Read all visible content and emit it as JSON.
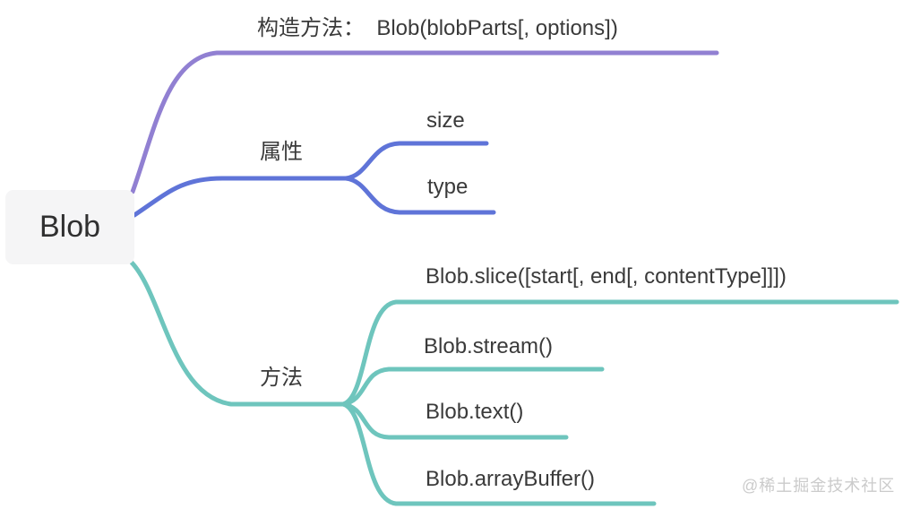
{
  "mindmap": {
    "root": {
      "label": "Blob",
      "bg": "#f5f5f6"
    },
    "branches": [
      {
        "id": "constructor",
        "label": "构造方法：  Blob(blobParts[, options])",
        "color": "#9180d2",
        "children": []
      },
      {
        "id": "properties",
        "label": "属性",
        "color": "#5f74d8",
        "children": [
          {
            "label": "size"
          },
          {
            "label": "type"
          }
        ]
      },
      {
        "id": "methods",
        "label": "方法",
        "color": "#6ec5bd",
        "children": [
          {
            "label": "Blob.slice([start[, end[, contentType]]])"
          },
          {
            "label": "Blob.stream()"
          },
          {
            "label": "Blob.text()"
          },
          {
            "label": "Blob.arrayBuffer()"
          }
        ]
      }
    ]
  },
  "watermark": {
    "text": "@稀土掘金技术社区",
    "color": "#cbcbcb"
  }
}
